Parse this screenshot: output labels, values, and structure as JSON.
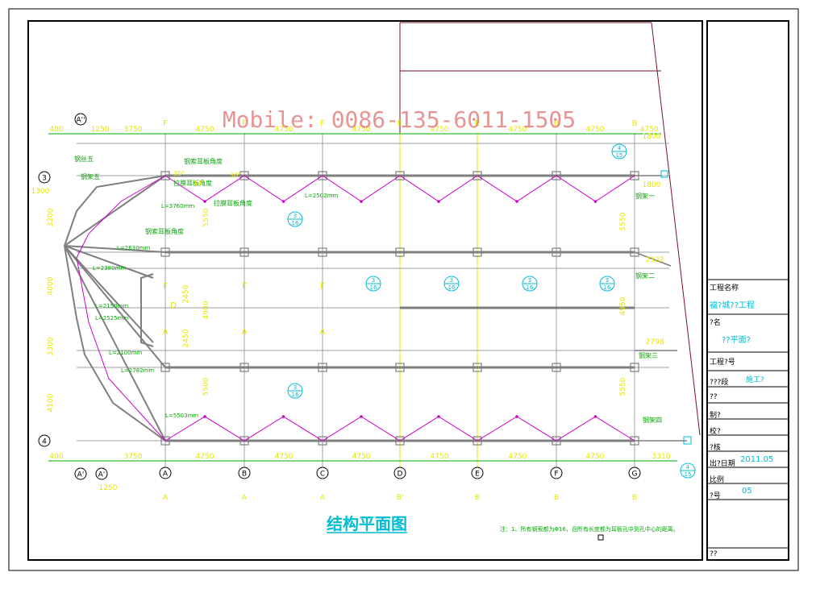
{
  "colors": {
    "frame": "#000000",
    "grid": "#9aa0a6",
    "steel": "#7f7f7f",
    "brace": "#cc00cc",
    "yellow": "#e6e600",
    "green": "#00aa00",
    "cyan": "#00bcd4",
    "watermark": "#e07070"
  },
  "watermark": "Mobile: 0086-135-6011-1505",
  "drawing_title": "结构平面图",
  "note": "注：1、所有钢索都为Φ16，且所有长度都为耳板孔中到孔中心的距离。",
  "top_dims": [
    "400",
    "1250",
    "3750",
    "4750",
    "4750",
    "4750",
    "4750",
    "4750",
    "4750",
    "4750",
    "1800"
  ],
  "bottom_dims": [
    "400",
    "1250",
    "3750",
    "4750",
    "4750",
    "4750",
    "4750",
    "4750",
    "4750",
    "3310"
  ],
  "left_dims": [
    "1300",
    "3200",
    "4000",
    "3300",
    "4100"
  ],
  "right_dims": [
    "5550",
    "4950",
    "5550",
    "1800",
    "2322",
    "2798"
  ],
  "mid_dims": [
    "5550",
    "2450",
    "4900",
    "2450",
    "5500"
  ],
  "top_axes": [
    "F",
    "F",
    "F",
    "E",
    "E",
    "B",
    "B",
    "B"
  ],
  "bottom_axes": [
    {
      "label": "A",
      "sub": "A"
    },
    {
      "label": "B",
      "sub": "A"
    },
    {
      "label": "C",
      "sub": "A"
    },
    {
      "label": "D",
      "sub": "B'"
    },
    {
      "label": "E",
      "sub": "B"
    },
    {
      "label": "F",
      "sub": "B"
    },
    {
      "label": "G",
      "sub": "B"
    }
  ],
  "left_axes": [
    "3",
    "4"
  ],
  "corner_axes": [
    "A''",
    "A'",
    "A'"
  ],
  "mid_axes": [
    "F",
    "F",
    "F",
    "D",
    "A",
    "A",
    "A"
  ],
  "cable_labels": [
    "L=2630mm",
    "L=2380mm",
    "L=2150mm",
    "L=2525mm",
    "L=2100mm",
    "L=2782mm",
    "L=3760mm",
    "L=2502mm",
    "L=5503mm"
  ],
  "steel_labels": [
    "钢索耳板角度",
    "拉膜耳板角度",
    "钢索耳板角度",
    "拉膜耳板角度",
    "钢丝五",
    "钢架一",
    "钢架二",
    "钢架三",
    "钢架四",
    "钢架五"
  ],
  "detail_markers": [
    {
      "num": "3",
      "sheet": "16"
    },
    {
      "num": "3",
      "sheet": "16"
    },
    {
      "num": "3",
      "sheet": "16"
    },
    {
      "num": "3",
      "sheet": "16"
    },
    {
      "num": "3",
      "sheet": "16"
    },
    {
      "num": "3",
      "sheet": "16"
    },
    {
      "num": "4",
      "sheet": "15"
    },
    {
      "num": "4",
      "sheet": "15"
    }
  ],
  "angles": [
    "30°",
    "14°",
    "30°"
  ],
  "title_block": {
    "project_name_label": "工程名称",
    "project_name": "福?城??工程",
    "drawing_name_label": "?名",
    "drawing_name": "??平面?",
    "project_no_label": "工程?号",
    "stage_label": "???段",
    "stage": "施工?",
    "row5_label": "??",
    "drawn_label": "制?",
    "checked_label": "校?",
    "approved_label": "?核",
    "date_label": "出?日期",
    "date": "2011.05",
    "scale_label": "比例",
    "sheet_no_label": "?号",
    "sheet_no": "05",
    "footer_label": "??"
  }
}
